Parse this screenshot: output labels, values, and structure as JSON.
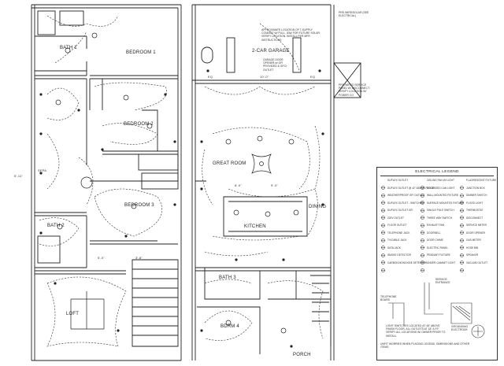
{
  "rooms": {
    "bath1": "BATH 1",
    "bedroom1": "BEDROOM 1",
    "bedroom2": "BEDROOM 2",
    "bedroom3": "BEDROOM 3",
    "bath2": "BATH 2",
    "loft": "LOFT",
    "garage": "2-CAR GARAGE",
    "great_room": "GREAT ROOM",
    "kitchen": "KITCHEN",
    "dining": "DINING",
    "bath3": "BATH 3",
    "bdrm4": "BDRM 4",
    "porch": "PORCH"
  },
  "labels": {
    "eq_left": "EQ",
    "eq_right": "EQ",
    "garage_dim": "10'-0\"",
    "dim_8_0": "8'-0\"",
    "dim_9_3": "9'-3\"",
    "dim_5_0": "5'-0\"",
    "dim_3_8": "3'-8\"",
    "left_dim": "5'-11\"",
    "spa": "SEPA"
  },
  "notes": {
    "top_center": "APPROXIMATE LOCATION OF T-SUPPLY CONDUIT W/ PULL, 30W FOR FUTURE SOLAR. VERIFY LOCATION. INSTALL PER MFR INSTRUCTIONS",
    "top_right": "PRE-WIRE/SOLAR (SEE ELECTRICAL)",
    "garage_note": "GARAGE DOOR OPENER w/ GFI PROVIDED & GFCI OUTLET",
    "right_note": "PRE-WIRED SERVICE PANEL W/ DISCONNECT. VERIFY LOCATION W/ POWER CO.",
    "bottom_note": "LIGHT SWITCHES LOCATED AT 48\" ABOVE FINISH FLOOR. ALL OUTLETS AT 18\" A.F.F. VERIFY ALL LOCATIONS W/ OWNER PRIOR TO INSTALL"
  },
  "legend": {
    "title": "ELECTRICAL LEGEND",
    "items": [
      "DUPLEX OUTLET",
      "DUPLEX OUTLET @ 42\" ABOVE FLOOR",
      "WEATHERPROOF GFI OUTLET",
      "DUPLEX OUTLET - SWITCHED",
      "DUPLEX OUTLET GFI",
      "220V OUTLET",
      "FLOOR OUTLET",
      "TELEPHONE JACK",
      "TV/CABLE JACK",
      "DATA JACK",
      "SMOKE DETECTOR",
      "CARBON MONOXIDE DETECTOR",
      "CEILING FAN W/ LIGHT",
      "RECESSED CAN LIGHT",
      "WALL MOUNTED FIXTURE",
      "SURFACE MOUNTED FIXTURE",
      "SINGLE POLE SWITCH",
      "THREE WAY SWITCH",
      "EXHAUST FAN",
      "DOORBELL",
      "DOOR CHIME",
      "ELECTRIC PANEL",
      "PENDANT FIXTURE",
      "UNDER CABINET LIGHT",
      "FLUORESCENT FIXTURE",
      "JUNCTION BOX",
      "DIMMER SWITCH",
      "FLOOD LIGHT",
      "THERMOSTAT",
      "DISCONNECT",
      "SERVICE METER",
      "DOOR OPENER",
      "GAS METER",
      "HOSE BIB",
      "SPEAKER",
      "VACUUM OUTLET"
    ],
    "detail_1": "TELEPHONE BOARD",
    "detail_2": "SERVICE ENTRANCE",
    "detail_3": "GROUNDING ELECTRODE",
    "footer": "UNFIT WORRIES WHEN PLACING LEGEND, DIMENSIONS AND OTHER ITEMS"
  }
}
